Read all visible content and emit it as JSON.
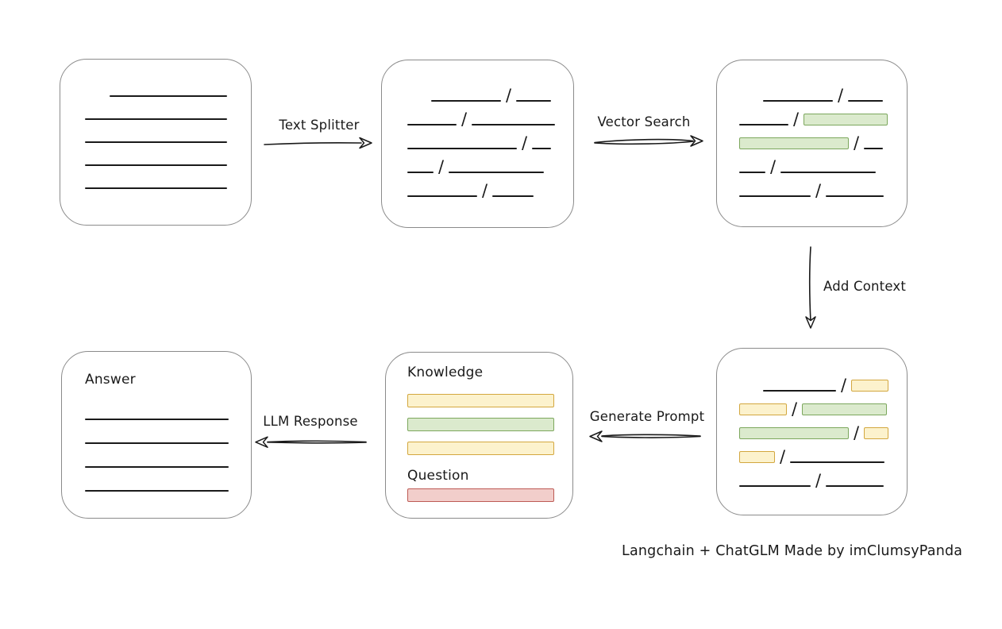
{
  "palette": {
    "ink": "#1a1a1a",
    "box_border": "#8b8b8b",
    "green_fill": "#DBEACD",
    "green_border": "#7CA75D",
    "yellow_fill": "#FCF2CD",
    "yellow_border": "#D3A73F",
    "red_fill": "#F2CECB",
    "red_border": "#BD5B55"
  },
  "caption": "Langchain + ChatGLM Made by imClumsyPanda",
  "arrows": {
    "text_splitter": "Text Splitter",
    "vector_search": "Vector Search",
    "add_context": "Add Context",
    "generate_prompt": "Generate Prompt",
    "llm_response": "LLM Response"
  },
  "nodes": {
    "document": {
      "rows": [
        {
          "indent": 31,
          "segs": [
            {
              "t": "line",
              "w": 148
            }
          ]
        },
        {
          "segs": [
            {
              "t": "line",
              "w": 179
            }
          ]
        },
        {
          "segs": [
            {
              "t": "line",
              "w": 179
            }
          ]
        },
        {
          "segs": [
            {
              "t": "line",
              "w": 179
            }
          ]
        },
        {
          "segs": [
            {
              "t": "line",
              "w": 179
            }
          ]
        }
      ]
    },
    "split_text": {
      "rows": [
        {
          "indent": 30,
          "segs": [
            {
              "t": "line",
              "w": 88
            },
            {
              "t": "slash"
            },
            {
              "t": "line",
              "w": 44
            }
          ]
        },
        {
          "segs": [
            {
              "t": "line",
              "w": 62
            },
            {
              "t": "slash"
            },
            {
              "t": "line",
              "w": 105
            }
          ]
        },
        {
          "segs": [
            {
              "t": "line",
              "w": 138
            },
            {
              "t": "slash"
            },
            {
              "t": "line",
              "w": 24
            }
          ]
        },
        {
          "segs": [
            {
              "t": "line",
              "w": 33
            },
            {
              "t": "slash"
            },
            {
              "t": "line",
              "w": 120
            }
          ]
        },
        {
          "segs": [
            {
              "t": "line",
              "w": 88
            },
            {
              "t": "slash"
            },
            {
              "t": "line",
              "w": 52
            }
          ]
        }
      ]
    },
    "vector_matches": {
      "rows": [
        {
          "indent": 30,
          "segs": [
            {
              "t": "line",
              "w": 88
            },
            {
              "t": "slash"
            },
            {
              "t": "line",
              "w": 44
            }
          ]
        },
        {
          "segs": [
            {
              "t": "line",
              "w": 62
            },
            {
              "t": "slash"
            },
            {
              "t": "green",
              "w": 106
            }
          ]
        },
        {
          "segs": [
            {
              "t": "green",
              "w": 138
            },
            {
              "t": "slash"
            },
            {
              "t": "line",
              "w": 24
            }
          ]
        },
        {
          "segs": [
            {
              "t": "line",
              "w": 33
            },
            {
              "t": "slash"
            },
            {
              "t": "line",
              "w": 120
            }
          ]
        },
        {
          "segs": [
            {
              "t": "line",
              "w": 90
            },
            {
              "t": "slash"
            },
            {
              "t": "line",
              "w": 73
            }
          ]
        }
      ]
    },
    "context": {
      "rows": [
        {
          "indent": 30,
          "segs": [
            {
              "t": "line",
              "w": 92
            },
            {
              "t": "slash"
            },
            {
              "t": "yellow",
              "w": 47
            }
          ]
        },
        {
          "segs": [
            {
              "t": "yellow",
              "w": 60
            },
            {
              "t": "slash"
            },
            {
              "t": "green",
              "w": 107
            }
          ]
        },
        {
          "segs": [
            {
              "t": "green",
              "w": 138
            },
            {
              "t": "slash"
            },
            {
              "t": "yellow",
              "w": 31
            }
          ]
        },
        {
          "segs": [
            {
              "t": "yellow",
              "w": 45
            },
            {
              "t": "slash"
            },
            {
              "t": "line",
              "w": 119
            }
          ]
        },
        {
          "segs": [
            {
              "t": "line",
              "w": 90
            },
            {
              "t": "slash"
            },
            {
              "t": "line",
              "w": 73
            }
          ]
        }
      ]
    },
    "prompt": {
      "knowledge_label": "Knowledge",
      "question_label": "Question",
      "knowledge_bars": [
        "yellow",
        "green",
        "yellow"
      ],
      "question_bars": [
        "red"
      ]
    },
    "answer": {
      "label": "Answer",
      "rows": [
        {
          "segs": [
            {
              "t": "line",
              "w": 181
            }
          ]
        },
        {
          "segs": [
            {
              "t": "line",
              "w": 181
            }
          ]
        },
        {
          "segs": [
            {
              "t": "line",
              "w": 181
            }
          ]
        },
        {
          "segs": [
            {
              "t": "line",
              "w": 181
            }
          ]
        }
      ]
    }
  }
}
